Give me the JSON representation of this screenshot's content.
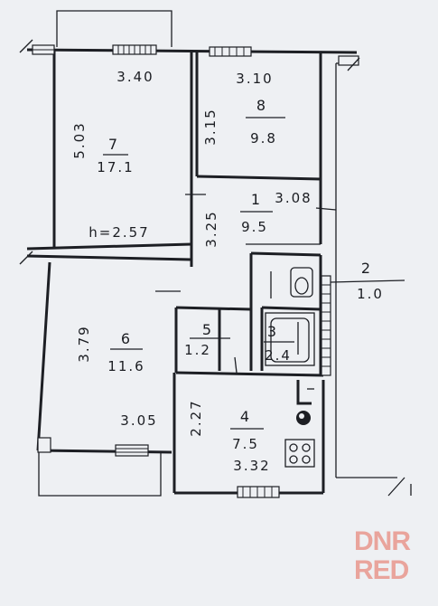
{
  "plan": {
    "ceiling_height": "h=2.57",
    "rooms": [
      {
        "id": "room-7",
        "number": "7",
        "area": "17.1"
      },
      {
        "id": "room-8",
        "number": "8",
        "area": "9.8"
      },
      {
        "id": "room-1",
        "number": "1",
        "area": "9.5"
      },
      {
        "id": "room-2",
        "number": "2",
        "area": "1.0"
      },
      {
        "id": "room-6",
        "number": "6",
        "area": "11.6"
      },
      {
        "id": "room-5",
        "number": "5",
        "area": "1.2"
      },
      {
        "id": "room-3",
        "number": "3",
        "area": "2.4"
      },
      {
        "id": "room-4",
        "number": "4",
        "area": "7.5"
      }
    ],
    "dimensions": {
      "room7_width": "3.40",
      "room7_length": "5.03",
      "room8_width": "3.10",
      "room8_length": "3.15",
      "room1_width": "3.08",
      "room1_length": "3.25",
      "room6_length": "3.79",
      "room6_width": "3.05",
      "room4_length": "2.27",
      "room4_width": "3.32"
    }
  },
  "watermark": {
    "line1": "DNR",
    "line2": "RED",
    "color": "#e9a49c"
  }
}
